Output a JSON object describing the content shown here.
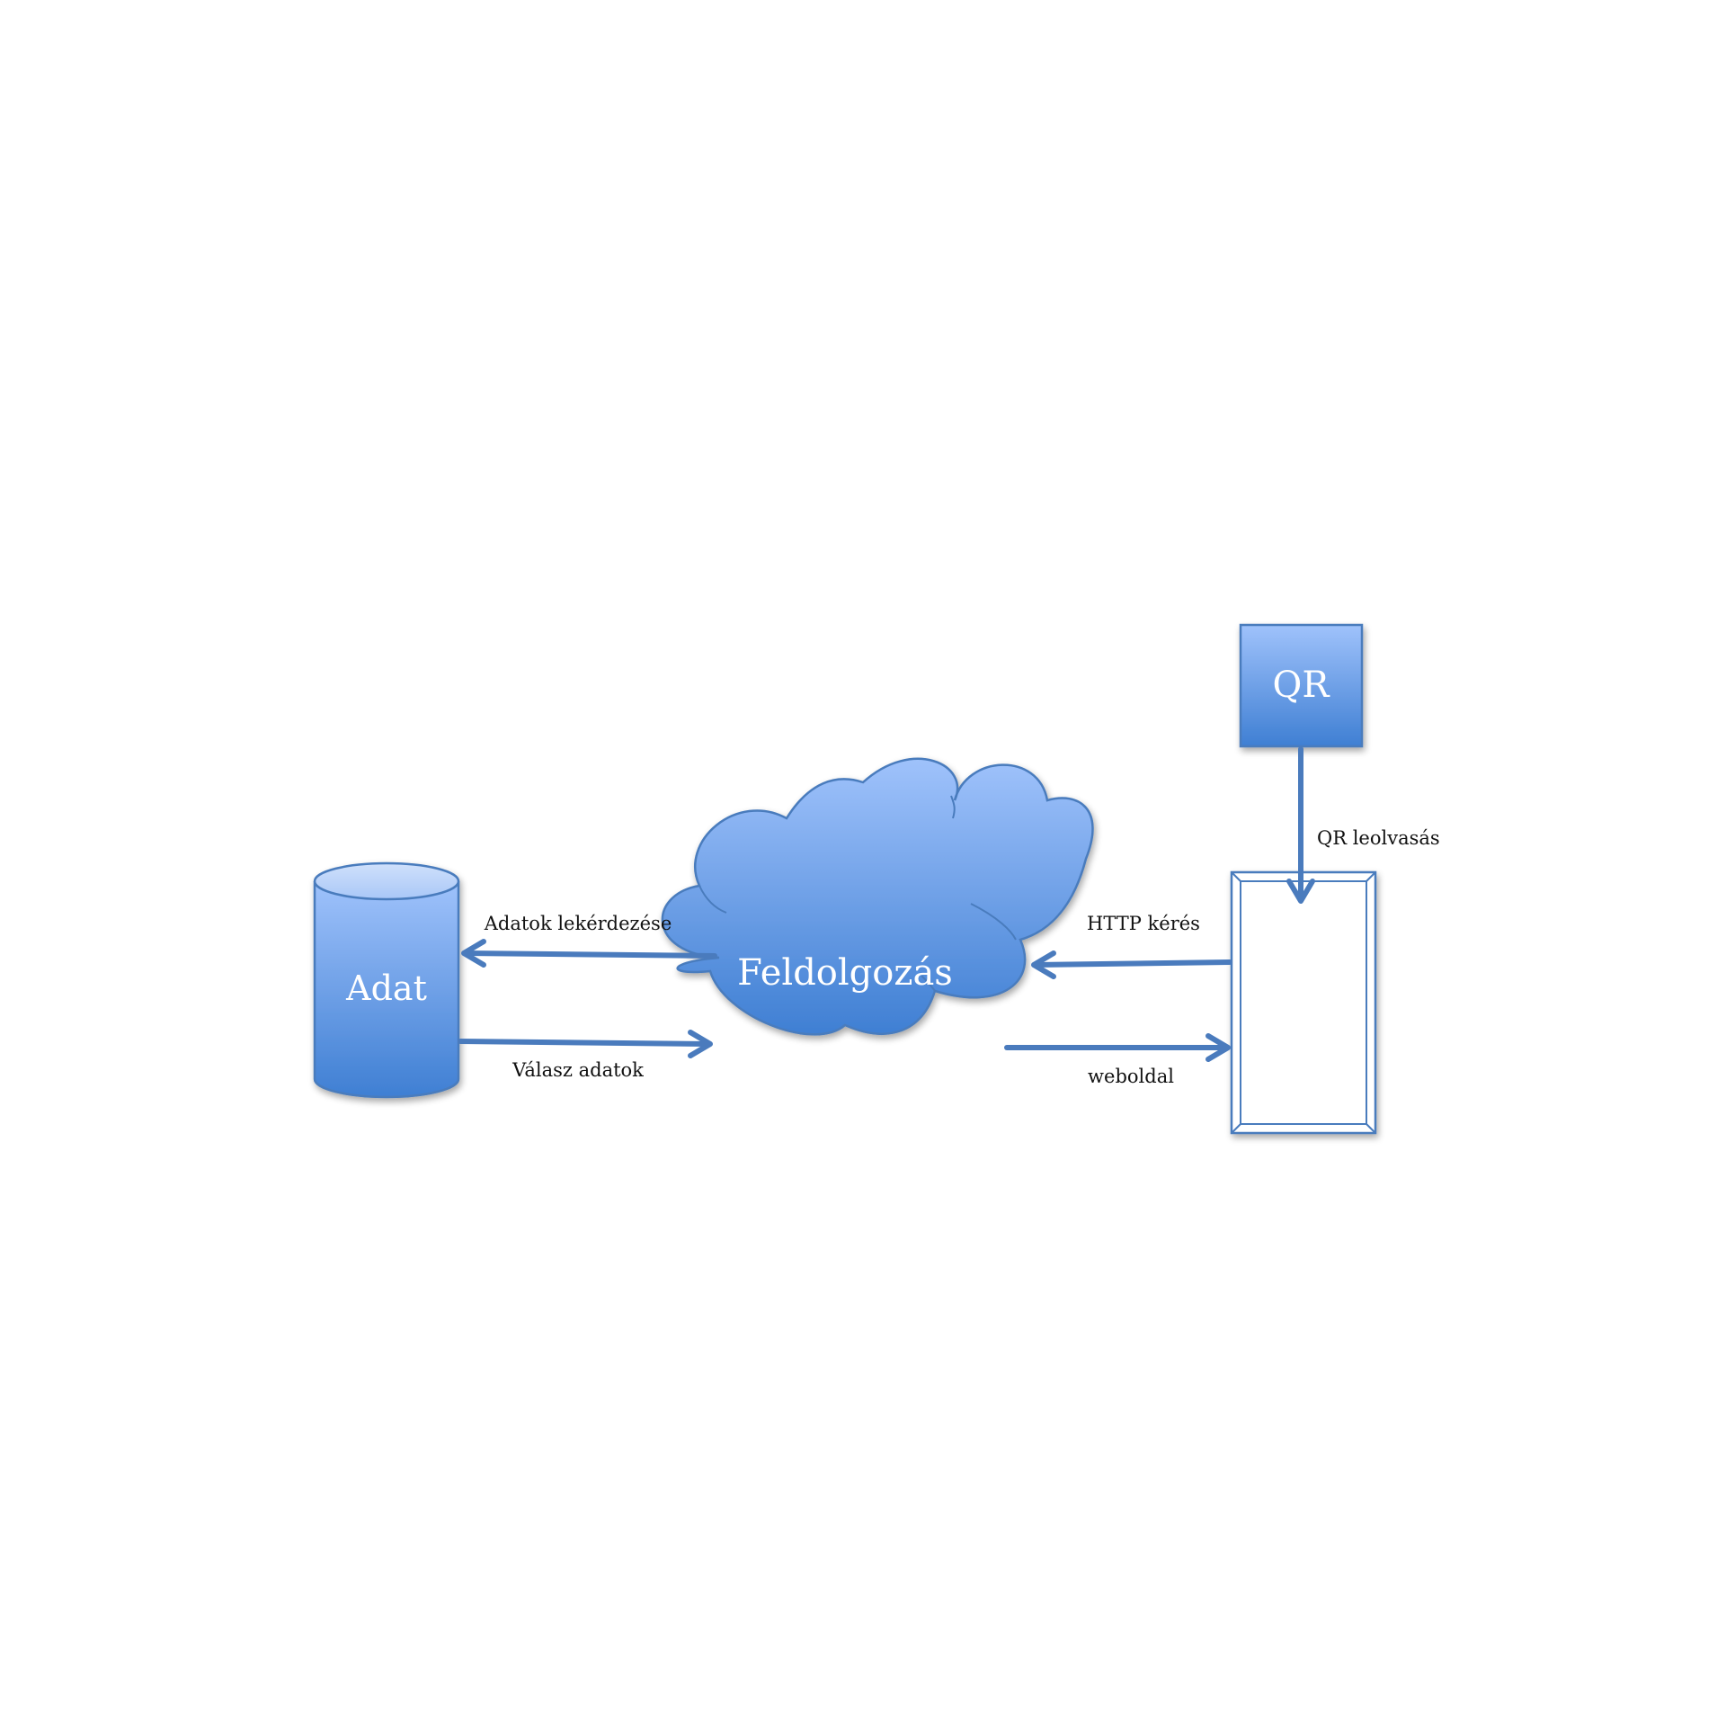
{
  "diagram": {
    "nodes": {
      "database": {
        "label": "Adat"
      },
      "cloud": {
        "label": "Feldolgozás"
      },
      "qr": {
        "label": "QR"
      },
      "device": {
        "label": ""
      }
    },
    "edges": {
      "query": {
        "label": "Adatok lekérdezése"
      },
      "response": {
        "label": "Válasz adatok"
      },
      "http": {
        "label": "HTTP kérés"
      },
      "webpage": {
        "label": "weboldal"
      },
      "qr_read": {
        "label": "QR leolvasás"
      }
    }
  },
  "colors": {
    "fill_top": "#9fc2fb",
    "fill_bottom": "#3f7fd3",
    "stroke": "#4a7bbd",
    "arrow": "#4a7bbd"
  }
}
